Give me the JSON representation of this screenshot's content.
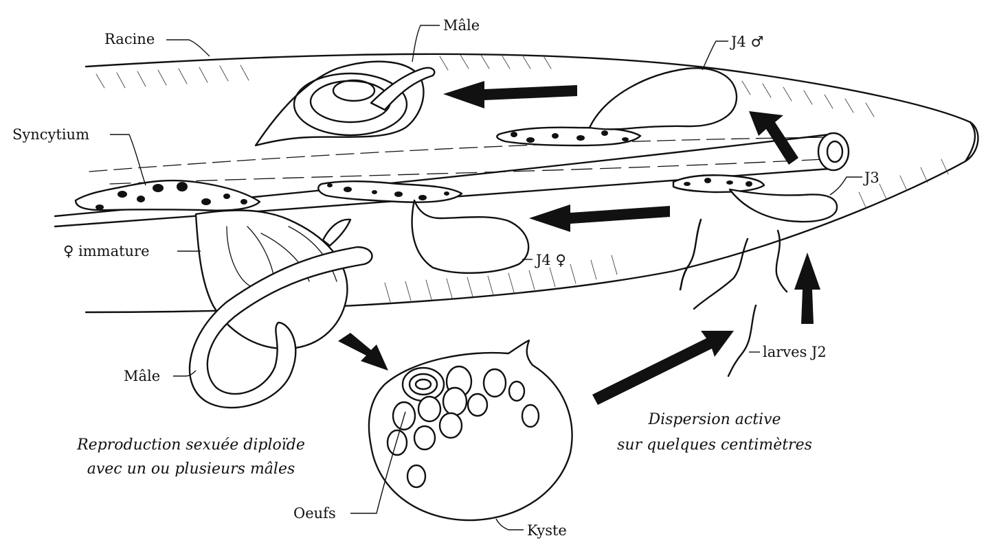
{
  "labels": {
    "racine": "Racine",
    "male_top": "Mâle",
    "j4_male": "J4 ♂",
    "syncytium": "Syncytium",
    "j3": "J3",
    "female_immature": "♀ immature",
    "j4_female": "J4 ♀",
    "male_bottom": "Mâle",
    "larves_j2": "larves J2",
    "oeufs": "Oeufs",
    "kyste": "Kyste"
  },
  "captions": {
    "reproduction_line1": "Reproduction sexuée diploïde",
    "reproduction_line2": "avec un ou plusieurs mâles",
    "dispersion_line1": "Dispersion active",
    "dispersion_line2": "sur quelques centimètres"
  },
  "colors": {
    "ink": "#111111",
    "background": "#ffffff"
  }
}
